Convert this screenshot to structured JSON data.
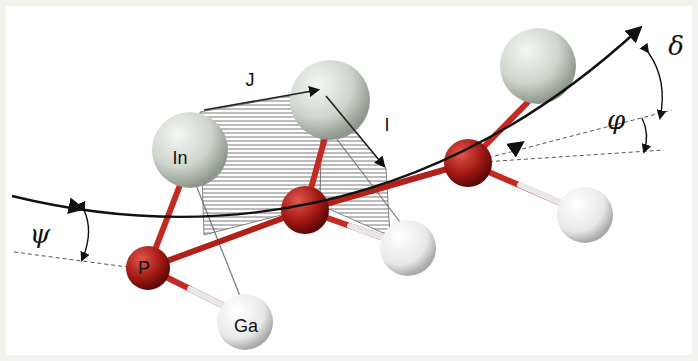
{
  "diagram": {
    "labels": [
      "In",
      "J",
      "I",
      "P",
      "Ga",
      "ψ",
      "δ",
      "φ"
    ]
  }
}
